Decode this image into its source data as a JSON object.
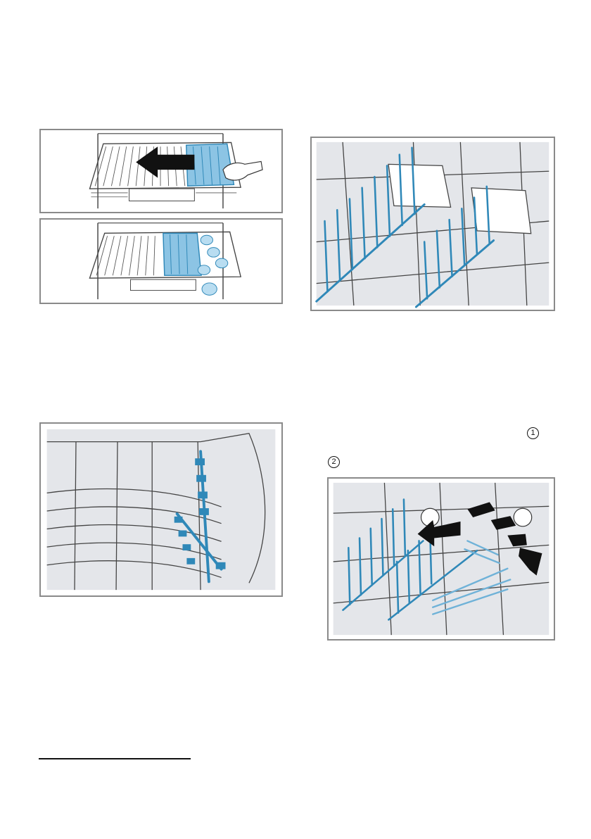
{
  "callouts": {
    "one": "1",
    "two": "2"
  },
  "colors": {
    "frame_border": "#8a8a8a",
    "panel_bg": "#e4e6ea",
    "wire": "#444444",
    "accent_blue": "#2f88b8",
    "light_blue": "#9ccbe6"
  },
  "figures": [
    {
      "name": "illustration-cutlery-drawer-slide",
      "icon": "arrow-left-icon"
    },
    {
      "name": "illustration-cutlery-drawer-glasses",
      "icon": "wine-glass-icon"
    },
    {
      "name": "illustration-rack-tines-clips"
    },
    {
      "name": "illustration-basket-tines-rack"
    },
    {
      "name": "illustration-tines-removal",
      "icon": "arrow-curved-icon"
    }
  ]
}
